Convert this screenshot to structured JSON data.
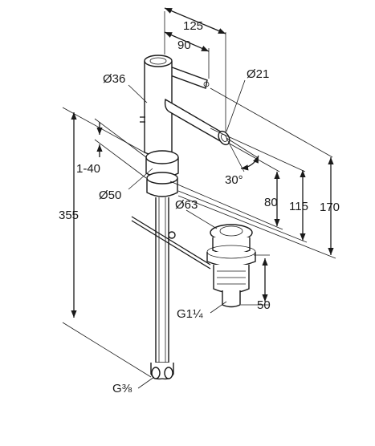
{
  "dimensions": {
    "spout_reach_total": "125",
    "spout_reach": "90",
    "body_diameter": "Ø36",
    "outlet_diameter": "Ø21",
    "deck_thickness": "1-40",
    "base_diameter": "Ø50",
    "waste_flange_diameter": "Ø63",
    "overall_height": "355",
    "outlet_height": "80",
    "spout_height": "115",
    "top_height": "170",
    "swivel_angle": "30°",
    "waste_height": "50",
    "waste_thread": "G1¼",
    "supply_thread": "G⅜"
  }
}
